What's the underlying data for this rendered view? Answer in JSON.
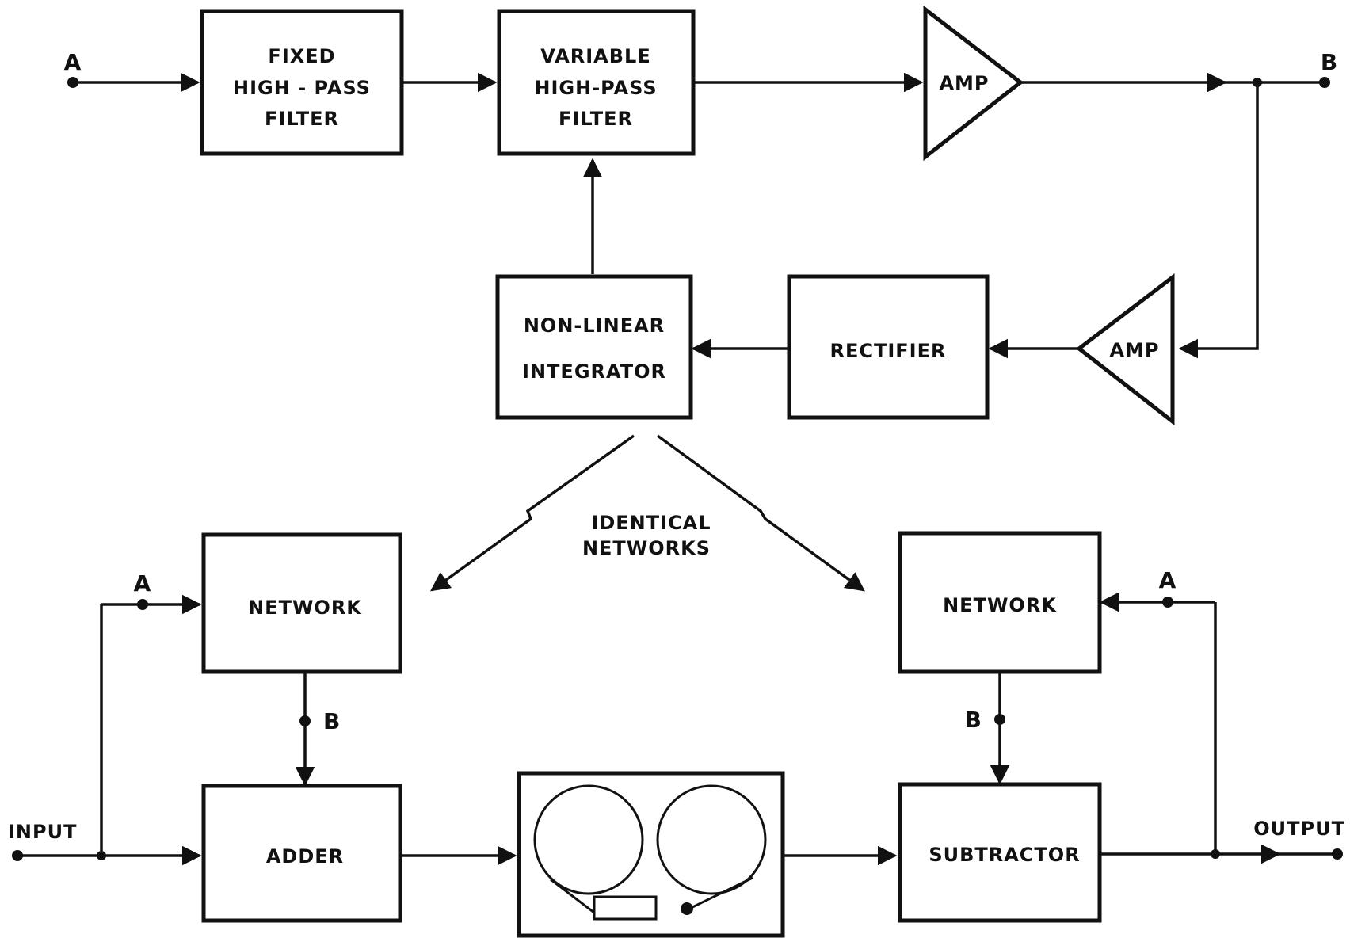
{
  "colors": {
    "ink": "#111111",
    "background": "#ffffff"
  },
  "upper": {
    "terminal_a": "A",
    "terminal_b": "B",
    "fixed_filter": [
      "FIXED",
      "HIGH - PASS",
      "FILTER"
    ],
    "variable_filter": [
      "VARIABLE",
      "HIGH-PASS",
      "FILTER"
    ],
    "amp_main": "AMP",
    "amp_feedback": "AMP",
    "rectifier": "RECTIFIER",
    "integrator": [
      "NON-LINEAR",
      "INTEGRATOR"
    ]
  },
  "callout": [
    "IDENTICAL",
    "NETWORKS"
  ],
  "lower": {
    "input": "INPUT",
    "output": "OUTPUT",
    "left_network": "NETWORK",
    "right_network": "NETWORK",
    "left_a": "A",
    "left_b": "B",
    "right_a": "A",
    "right_b": "B",
    "adder": "ADDER",
    "subtractor": "SUBTRACTOR",
    "recorder_icon": "tape-recorder-icon"
  }
}
